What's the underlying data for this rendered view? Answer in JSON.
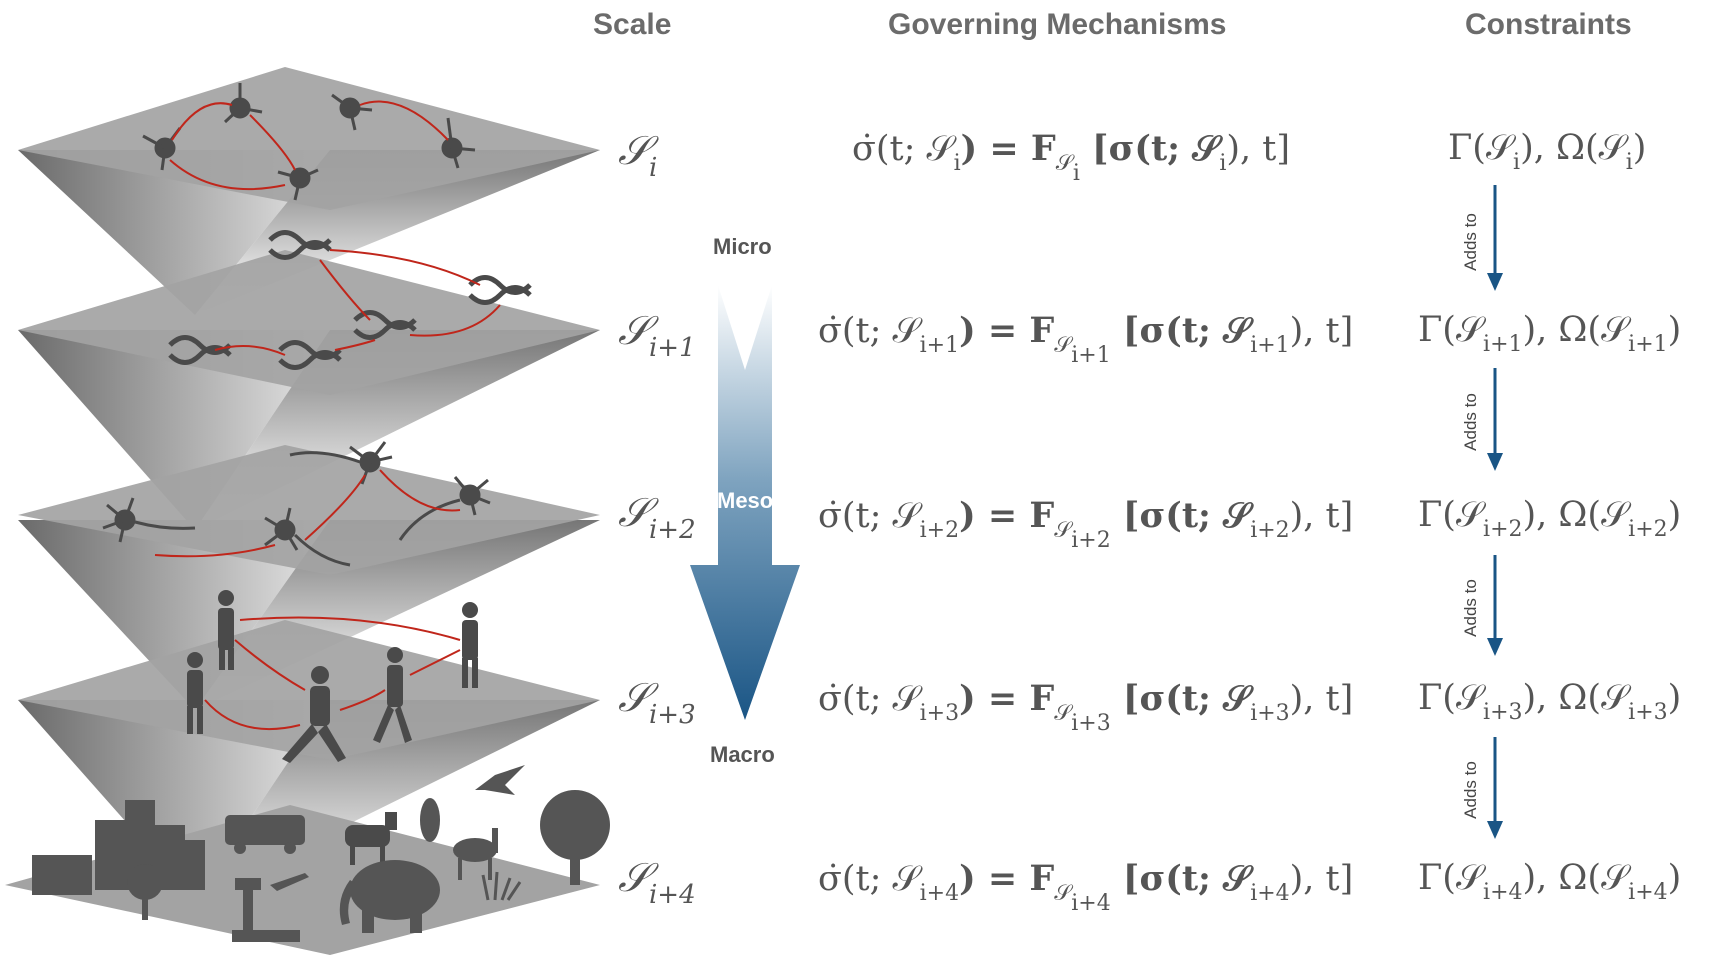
{
  "headers": {
    "scale": "Scale",
    "mechanisms": "Governing Mechanisms",
    "constraints": "Constraints"
  },
  "scale_arrow": {
    "top": "Micro",
    "mid": "Meso",
    "bottom": "Macro"
  },
  "adds_to": "Adds to",
  "levels": [
    {
      "sym": "𝒮",
      "sub": "i"
    },
    {
      "sym": "𝒮",
      "sub": "i+1"
    },
    {
      "sym": "𝒮",
      "sub": "i+2"
    },
    {
      "sym": "𝒮",
      "sub": "i+3"
    },
    {
      "sym": "𝒮",
      "sub": "i+4"
    }
  ],
  "mech": {
    "lhs": "σ̇(t; 𝒮",
    "mid": ") = F",
    "rhs1": " [σ(t; 𝒮",
    "rhs2": "), t]"
  },
  "cons": {
    "g": "Γ(𝒮",
    "o": "), Ω(𝒮",
    "end": ")"
  },
  "colors": {
    "arrow_blue": "#1a5585",
    "link_red": "#c0261b",
    "plane": "#a3a3a3"
  },
  "icons": [
    "molecule-icon",
    "dna-icon",
    "neuron-icon",
    "person-icon",
    "city-icon",
    "bus-icon",
    "airport-icon",
    "zebra-icon",
    "elephant-icon",
    "camel-icon",
    "penguin-icon",
    "eagle-icon",
    "tree-icon"
  ]
}
